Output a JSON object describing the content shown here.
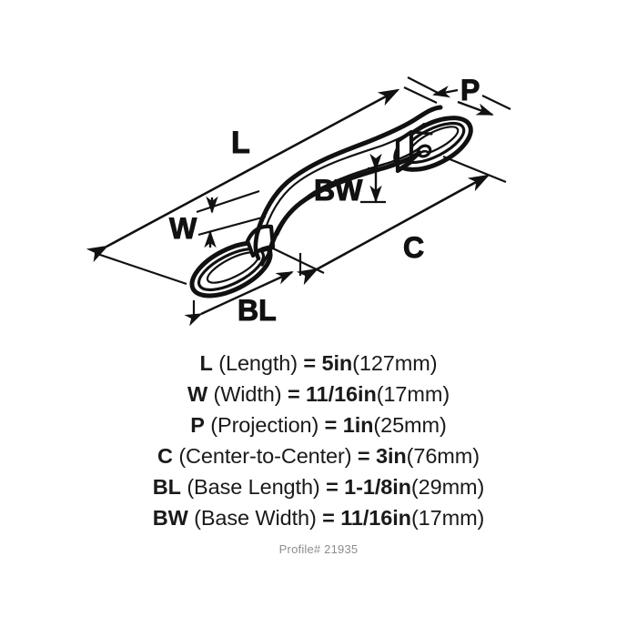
{
  "diagram": {
    "title": "cabinet-pull-dimension-drawing",
    "stroke_color": "#111111",
    "background_color": "#ffffff",
    "labels": {
      "length": "L",
      "width": "W",
      "projection": "P",
      "center_to_center": "C",
      "base_length": "BL",
      "base_width": "BW"
    }
  },
  "specs": [
    {
      "symbol": "L",
      "name": "(Length)",
      "eq": "=",
      "value": "5in",
      "metric": "(127mm)"
    },
    {
      "symbol": "W",
      "name": "(Width)",
      "eq": "=",
      "value": "11/16in",
      "metric": "(17mm)"
    },
    {
      "symbol": "P",
      "name": "(Projection)",
      "eq": "=",
      "value": "1in",
      "metric": "(25mm)"
    },
    {
      "symbol": "C",
      "name": "(Center-to-Center)",
      "eq": "=",
      "value": "3in",
      "metric": "(76mm)"
    },
    {
      "symbol": "BL",
      "name": "(Base Length)",
      "eq": "=",
      "value": "1-1/8in",
      "metric": "(29mm)"
    },
    {
      "symbol": "BW",
      "name": "(Base Width)",
      "eq": "=",
      "value": "11/16in",
      "metric": "(17mm)"
    }
  ],
  "footer": {
    "profile_text": "Profile# 21935"
  }
}
